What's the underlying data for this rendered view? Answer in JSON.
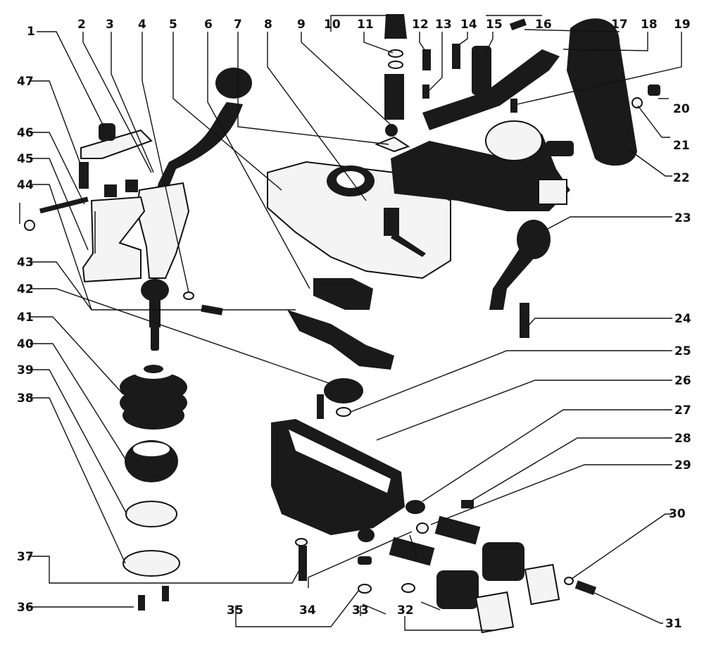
{
  "callouts": [
    "1",
    "2",
    "3",
    "4",
    "5",
    "6",
    "7",
    "8",
    "9",
    "10",
    "11",
    "12",
    "13",
    "14",
    "15",
    "16",
    "17",
    "18",
    "19",
    "20",
    "21",
    "22",
    "23",
    "24",
    "25",
    "26",
    "27",
    "28",
    "29",
    "30",
    "31",
    "32",
    "33",
    "34",
    "35",
    "36",
    "37",
    "38",
    "39",
    "40",
    "41",
    "42",
    "43",
    "44",
    "45",
    "46",
    "47"
  ]
}
